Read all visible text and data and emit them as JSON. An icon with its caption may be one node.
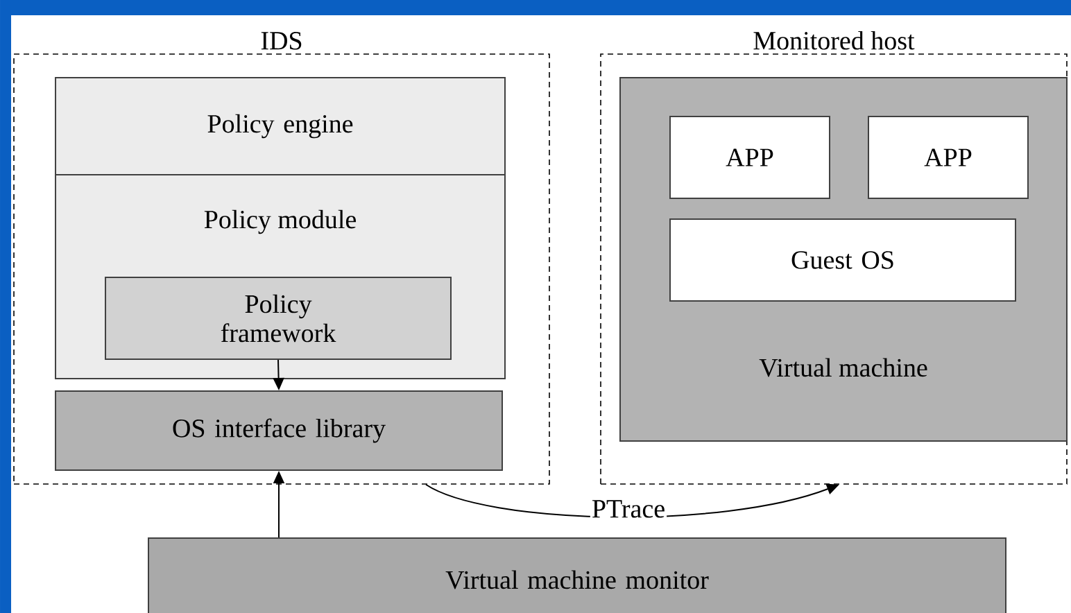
{
  "diagram": {
    "nodes": [
      {
        "text": [
          "IDS"
        ]
      },
      {
        "text": [
          "Policy module"
        ],
        "in": 0
      },
      {
        "text": [
          "Policy engine"
        ],
        "in": 0
      },
      {
        "text": [
          "Policy framework"
        ],
        "in": 1
      },
      {
        "text": [
          "OS interface library"
        ],
        "in": 0
      },
      {
        "text": [
          "Monitored host"
        ]
      },
      {
        "text": [
          "Virtual machine"
        ],
        "in": 5
      },
      {
        "text": [
          "APP"
        ],
        "in": 6
      },
      {
        "text": [
          "APP"
        ],
        "in": 6
      },
      {
        "text": [
          "Guest OS"
        ],
        "in": 6
      },
      {
        "text": [
          "Virtual machine monitor"
        ]
      }
    ],
    "edges": [
      {
        "from": 3,
        "to": 4,
        "arrow": "to"
      },
      {
        "from": 10,
        "to": 4,
        "arrow": "to"
      },
      {
        "from": 0,
        "to": 5,
        "arrow": "to",
        "label": "PTrace"
      }
    ]
  }
}
